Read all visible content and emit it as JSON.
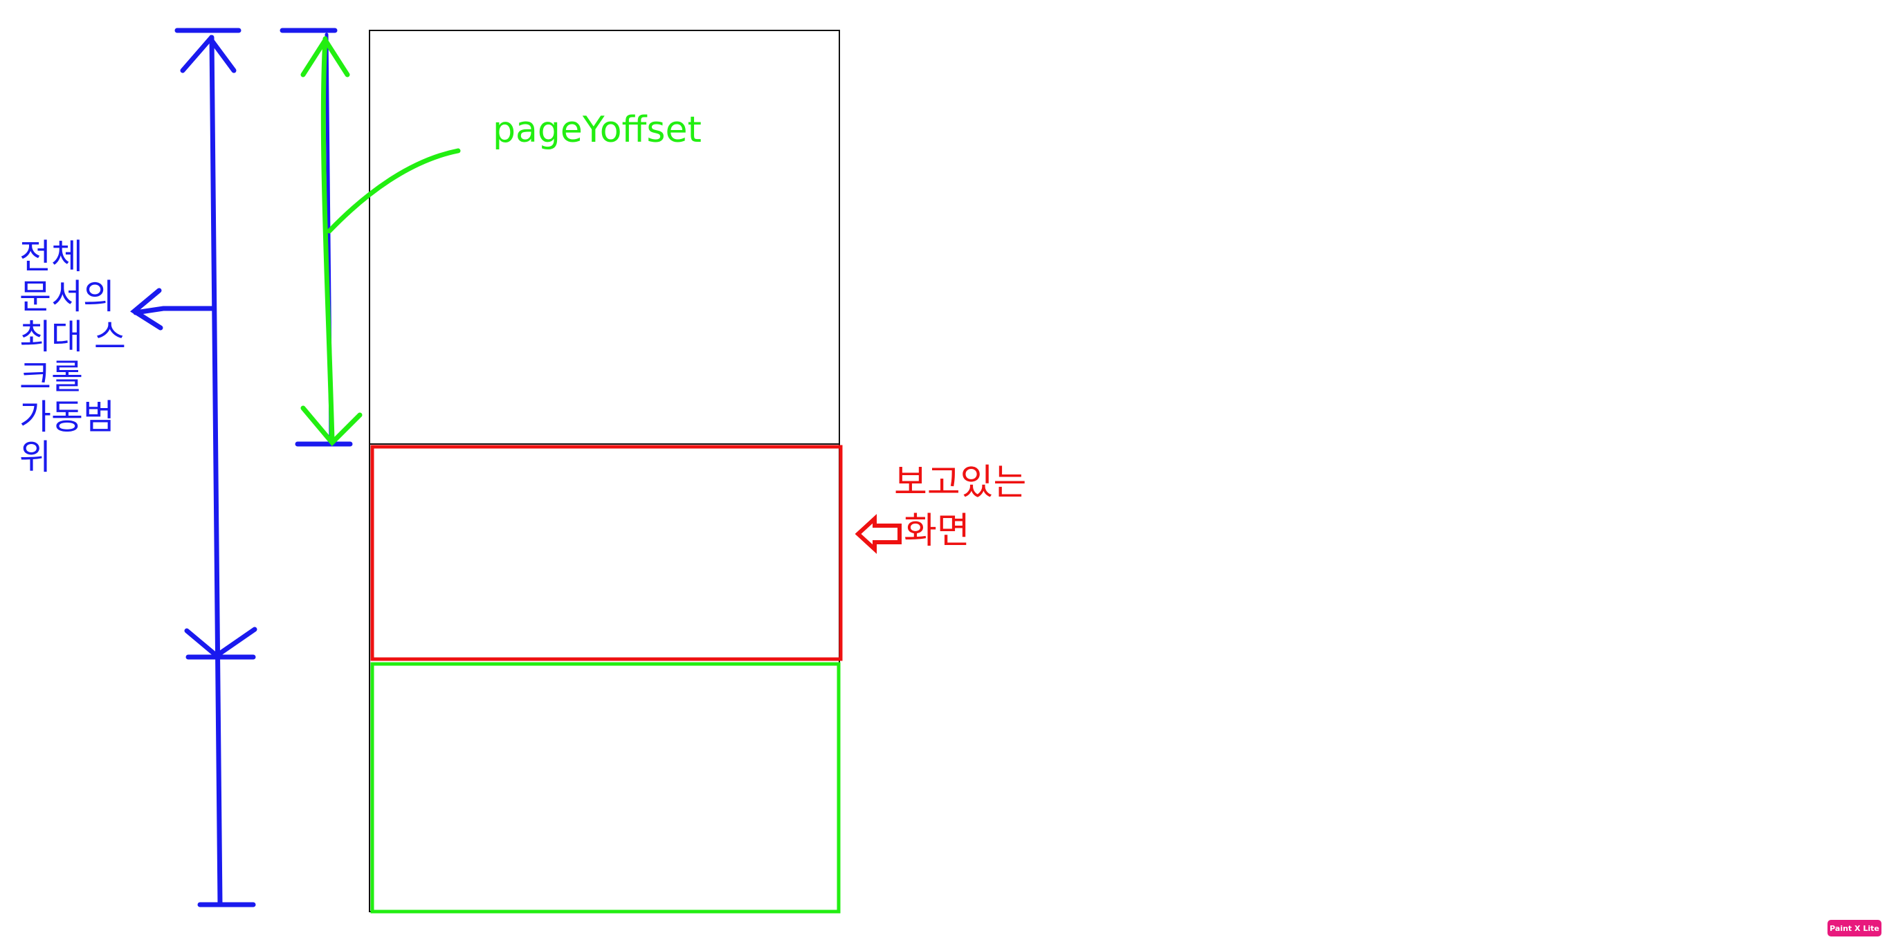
{
  "labels": {
    "scroll_range_lines": [
      "전체",
      "문서의",
      "최대 스",
      "크롤",
      "가동범",
      "위"
    ],
    "page_y_offset": "pageYoffset",
    "viewport_lines": [
      "보고있는",
      "화면"
    ]
  },
  "badge": {
    "text": "Paint X Lite"
  },
  "colors": {
    "blue": "#1a1aee",
    "green": "#22ee11",
    "red": "#ee1111",
    "black": "#111111",
    "badge_bg": "#e8197d"
  },
  "icons": {
    "arrow_left": "arrow-left-icon",
    "hollow_arrow_left": "hollow-arrow-left-icon"
  }
}
